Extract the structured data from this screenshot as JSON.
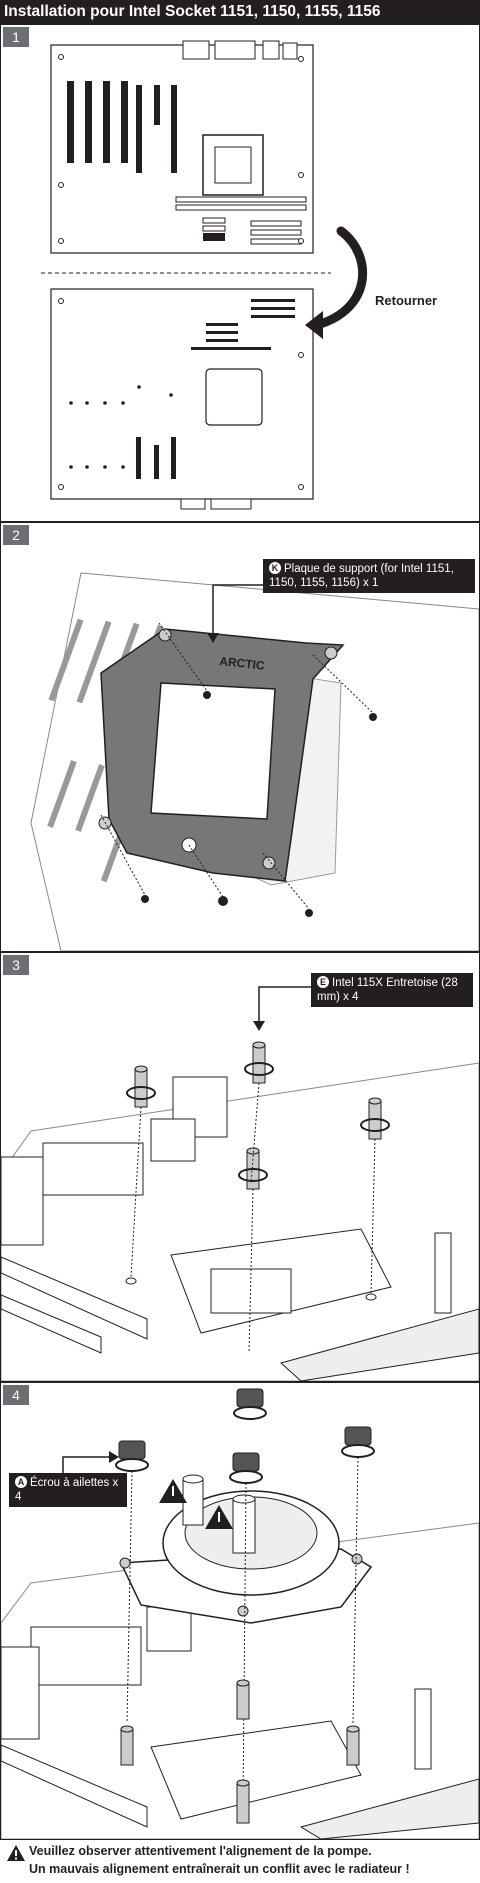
{
  "header": {
    "title": "Installation pour Intel Socket 1151, 1150, 1155, 1156"
  },
  "steps": [
    {
      "number": "1",
      "flip_label": "Retourner"
    },
    {
      "number": "2",
      "callout": {
        "letter": "K",
        "text": "Plaque de support (for Intel 1151, 1150, 1155, 1156) x 1"
      },
      "plate_brand": "ARCTIC"
    },
    {
      "number": "3",
      "callout": {
        "letter": "E",
        "text": "Intel 115X Entretoise (28 mm) x 4"
      }
    },
    {
      "number": "4",
      "callout": {
        "letter": "A",
        "text": "Écrou à ailettes x 4"
      }
    }
  ],
  "warning": {
    "line1": "Veuillez observer attentivement l'alignement de la pompe.",
    "line2": "Un mauvais alignement entraînerait un conflit avec le radiateur !"
  },
  "colors": {
    "dark": "#231f20",
    "gray": "#6d6e71",
    "plate": "#777777",
    "light": "#eeeeee"
  },
  "icons": [
    "warning-icon",
    "rotate-arrow-icon",
    "flip-arrow-icon"
  ]
}
